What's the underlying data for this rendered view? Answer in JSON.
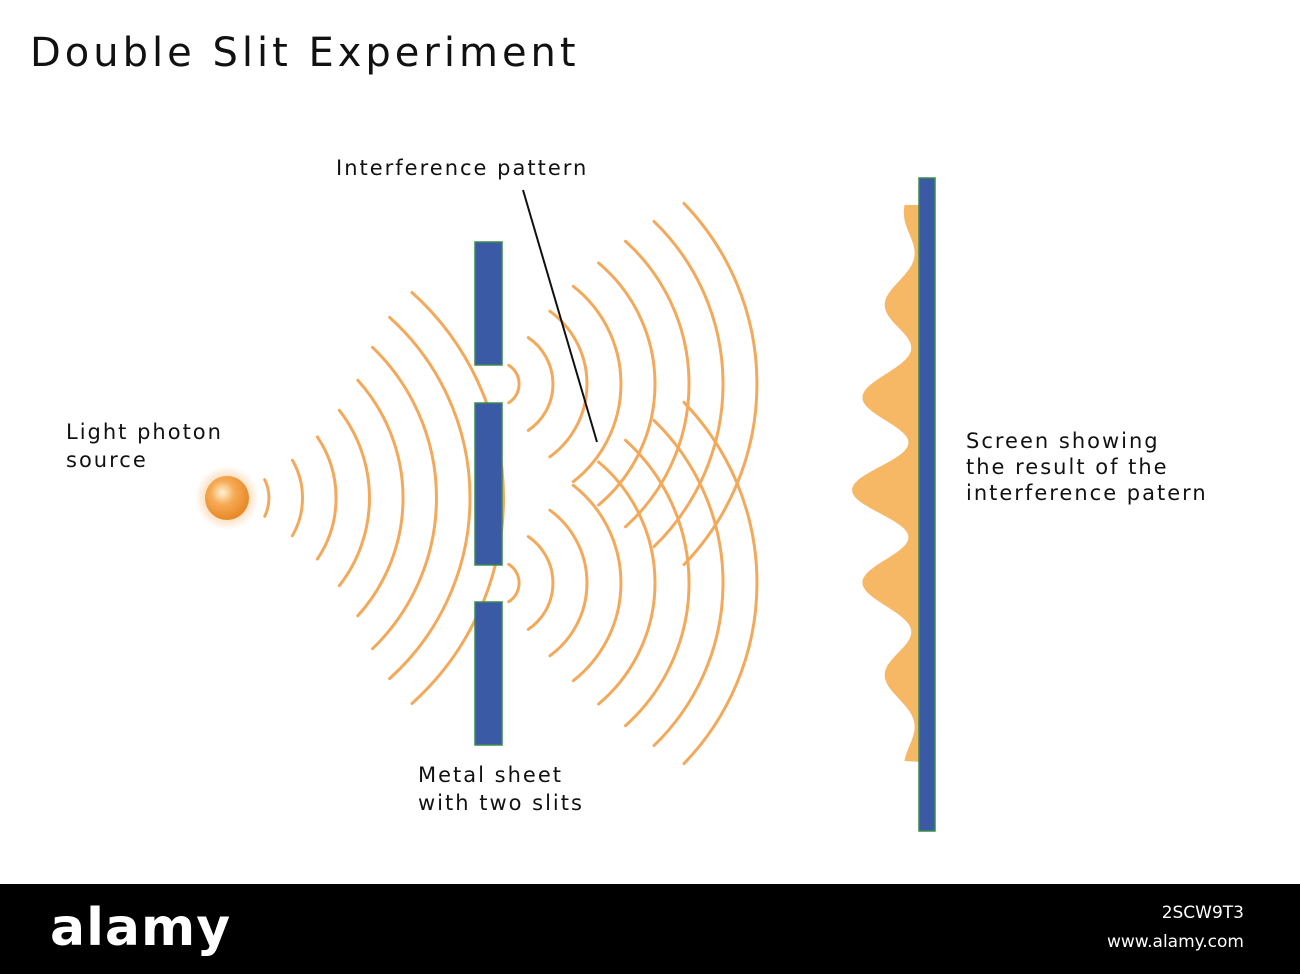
{
  "title": "Double Slit Experiment",
  "labels": {
    "interference": "Interference pattern",
    "source_line1": "Light photon",
    "source_line2": "source",
    "sheet_line1": "Metal sheet",
    "sheet_line2": "with two slits",
    "screen_line1": "Screen showing",
    "screen_line2": "the result of the",
    "screen_line3": "interference patern"
  },
  "footer": {
    "brand": "alamy",
    "image_code": "2SCW9T3",
    "site": "www.alamy.com"
  },
  "colors": {
    "wave": "#f4a95a",
    "fringe": "#f7b866",
    "barrier": "#3a5aa6",
    "barrier_edge": "#3c8a4a",
    "source": "#f39a3c",
    "text": "#111111",
    "footer_bg": "#000000",
    "footer_text": "#ffffff"
  },
  "icons": [
    "photon-source-icon",
    "metal-sheet-icon",
    "detection-screen-icon"
  ]
}
